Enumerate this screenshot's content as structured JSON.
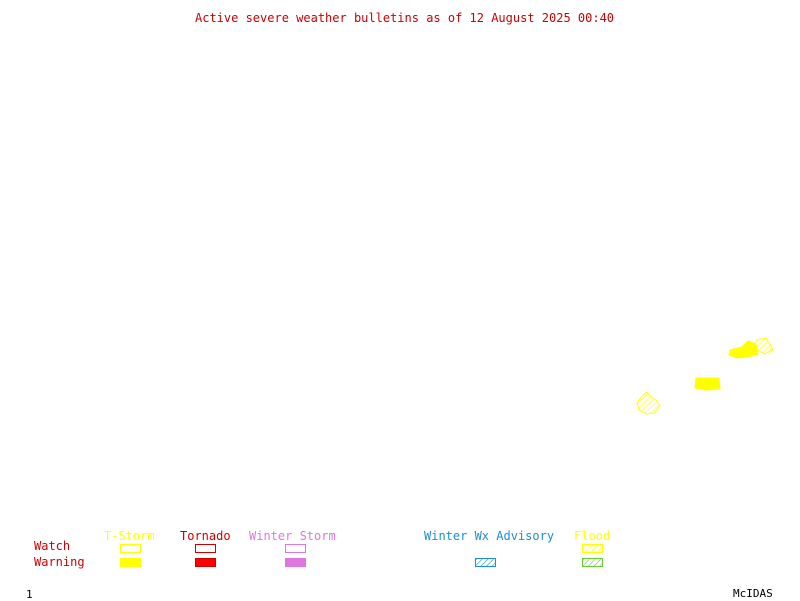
{
  "title": "Active severe weather bulletins as of 12 August 2025 00:40",
  "legend": {
    "row_watch": "Watch",
    "row_warning": "Warning",
    "categories": [
      {
        "label": "T-Storm",
        "color": "#ffff00",
        "watch": "outline",
        "warning": "filled"
      },
      {
        "label": "Tornado",
        "color": "#ff0000",
        "watch": "outline",
        "warning": "filled"
      },
      {
        "label": "Winter Storm",
        "color": "#dd77dd",
        "watch": "outline",
        "warning": "filled"
      },
      {
        "label": "Winter Wx Advisory",
        "color": "#1c8fcf",
        "watch": "none",
        "warning": "hatched"
      },
      {
        "label": "Flood",
        "color": "#ffff00",
        "warning_color": "#66cc33",
        "watch": "hatched",
        "warning": "hatched"
      }
    ]
  },
  "colors": {
    "title": "#cc0000",
    "row_labels": "#cc0000",
    "footer": "#000000",
    "tstorm_warning": "#ffff00",
    "flood_watch": "#ffff00"
  },
  "footer": {
    "frame_number": "1",
    "software": "McIDAS"
  },
  "map_features": [
    {
      "type": "tstorm-warning",
      "name": "warning-polygon-east-1"
    },
    {
      "type": "tstorm-warning",
      "name": "warning-polygon-east-2"
    },
    {
      "type": "flood-watch",
      "name": "flood-watch-east"
    },
    {
      "type": "flood-watch",
      "name": "flood-watch-south"
    }
  ]
}
